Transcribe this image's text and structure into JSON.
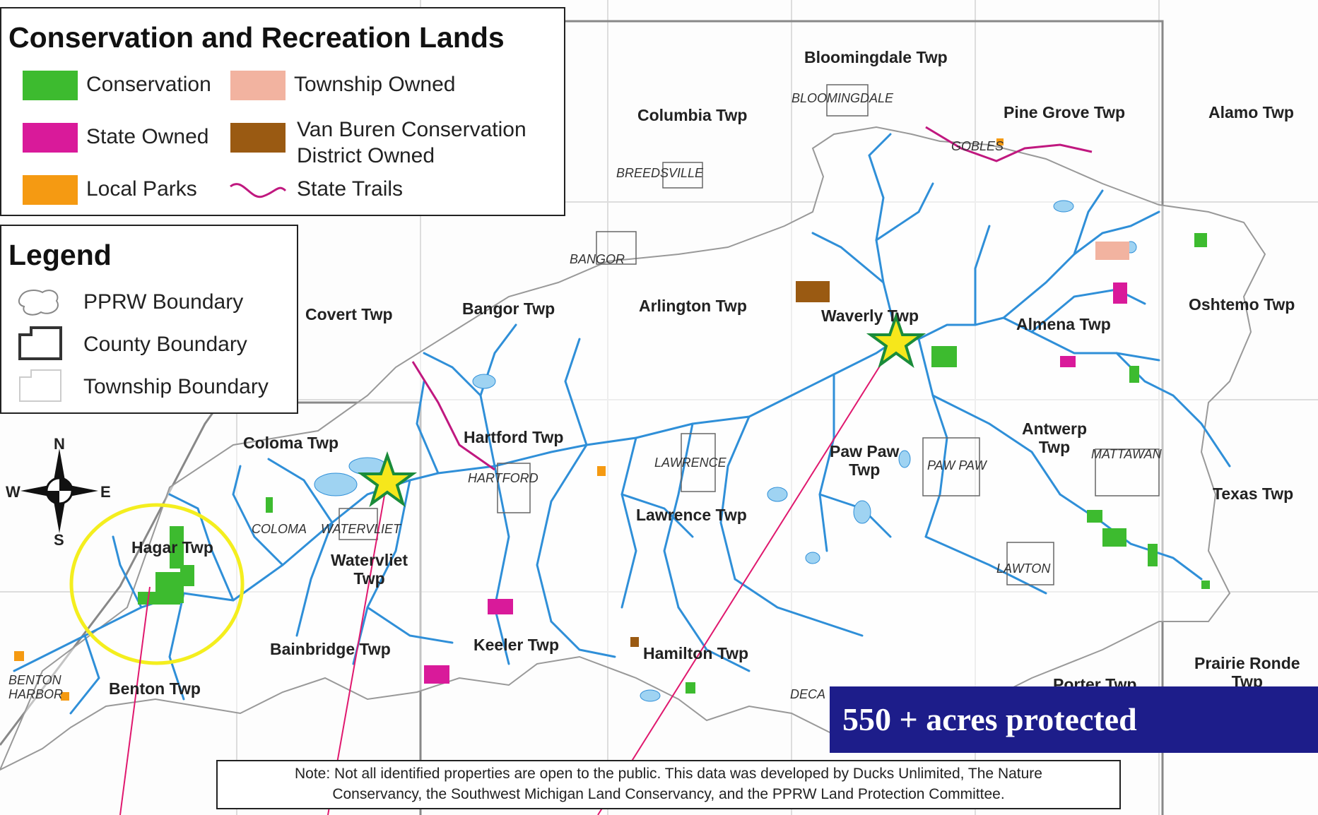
{
  "conservation_legend": {
    "title": "Conservation and Recreation Lands",
    "items": [
      {
        "label": "Conservation",
        "color": "#3dbb2f"
      },
      {
        "label": "Township Owned",
        "color": "#f2b3a0"
      },
      {
        "label": "State Owned",
        "color": "#d91a9a"
      },
      {
        "label": "Van Buren Conservation",
        "label2": "District Owned",
        "color": "#9a5a12"
      },
      {
        "label": "Local Parks",
        "color": "#f59a12"
      },
      {
        "label": "State Trails",
        "color": "#c0187f"
      }
    ]
  },
  "legend": {
    "title": "Legend",
    "items": [
      {
        "label": "PPRW Boundary"
      },
      {
        "label": "County Boundary"
      },
      {
        "label": "Township Boundary"
      }
    ]
  },
  "compass": {
    "n": "N",
    "s": "S",
    "e": "E",
    "w": "W"
  },
  "townships": [
    {
      "label": "Bloomingdale Twp"
    },
    {
      "label": "Columbia Twp"
    },
    {
      "label": "Pine Grove Twp"
    },
    {
      "label": "Alamo Twp"
    },
    {
      "label": "Covert Twp"
    },
    {
      "label": "Bangor Twp"
    },
    {
      "label": "Arlington Twp"
    },
    {
      "label": "Waverly Twp"
    },
    {
      "label": "Almena Twp"
    },
    {
      "label": "Oshtemo Twp"
    },
    {
      "label": "Coloma Twp"
    },
    {
      "label": "Hartford Twp"
    },
    {
      "label": "Paw Paw",
      "label2": "Twp"
    },
    {
      "label": "Antwerp",
      "label2": "Twp"
    },
    {
      "label": "Lawrence Twp"
    },
    {
      "label": "Texas Twp"
    },
    {
      "label": "Hagar Twp"
    },
    {
      "label": "Watervliet",
      "label2": "Twp"
    },
    {
      "label": "Bainbridge Twp"
    },
    {
      "label": "Keeler Twp"
    },
    {
      "label": "Hamilton Twp"
    },
    {
      "label": "Prairie Ronde",
      "label2": "Twp"
    },
    {
      "label": "Benton Twp"
    },
    {
      "label": "Porter Twp"
    }
  ],
  "cities": [
    {
      "label": "BLOOMINGDALE"
    },
    {
      "label": "GOBLES"
    },
    {
      "label": "BREEDSVILLE"
    },
    {
      "label": "BANGOR"
    },
    {
      "label": "LAWRENCE"
    },
    {
      "label": "HARTFORD"
    },
    {
      "label": "PAW PAW"
    },
    {
      "label": "MATTAWAN"
    },
    {
      "label": "COLOMA"
    },
    {
      "label": "WATERVLIET"
    },
    {
      "label": "LAWTON"
    },
    {
      "label": "BENTON",
      "label2": "HARBOR"
    },
    {
      "label": "DECA"
    }
  ],
  "note": {
    "line1": "Note: Not all identified properties are open to the public.  This data was developed by Ducks Unlimited, The Nature",
    "line2": "Conservancy, the Southwest Michigan Land Conservancy, and the PPRW Land Protection Committee."
  },
  "banner": {
    "text": "550 + acres protected"
  },
  "colors": {
    "river": "#2f8fd8",
    "lake": "#9fd3f2",
    "highlight": "#f4ee1e",
    "pointer": "#e0186e",
    "star": "#f6e71b",
    "star_outline": "#1a8c3a"
  }
}
